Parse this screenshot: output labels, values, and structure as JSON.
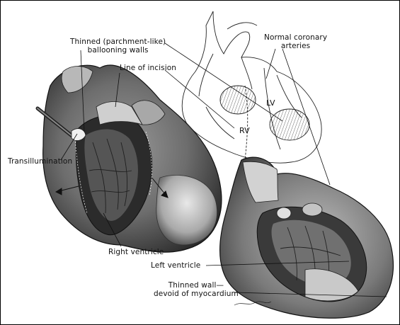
{
  "labels": {
    "thinned_walls": "Thinned (parchment-like)",
    "ballooning_walls": "ballooning walls",
    "incision": "Line of incision",
    "coronary_1": "Normal coronary",
    "coronary_2": "arteries",
    "lv": "LV",
    "rv": "RV",
    "transillumination": "Transillumination",
    "right_ventricle": "Right ventricle",
    "left_ventricle": "Left ventricle",
    "thinned_wall_1": "Thinned wall—",
    "thinned_wall_2": "devoid of myocardium"
  },
  "colors": {
    "ink": "#111111",
    "tissue_dark": "#3a3a3a",
    "tissue_mid": "#8a8a8a",
    "tissue_light": "#d6d6d6"
  }
}
